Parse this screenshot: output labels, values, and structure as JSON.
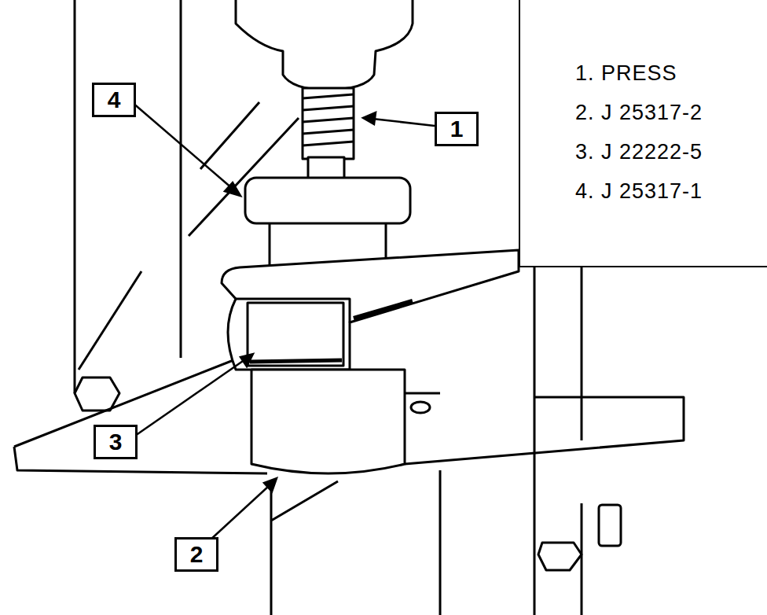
{
  "diagram": {
    "nodes": [
      {
        "text": [
          "1. PRESS",
          "2. J 25317-2",
          "3. J 22222-5",
          "4. J 25317-1"
        ]
      },
      {
        "text": [
          "4"
        ]
      },
      {
        "text": [
          "1"
        ]
      },
      {
        "text": [
          "3"
        ]
      },
      {
        "text": [
          "2"
        ]
      }
    ]
  }
}
